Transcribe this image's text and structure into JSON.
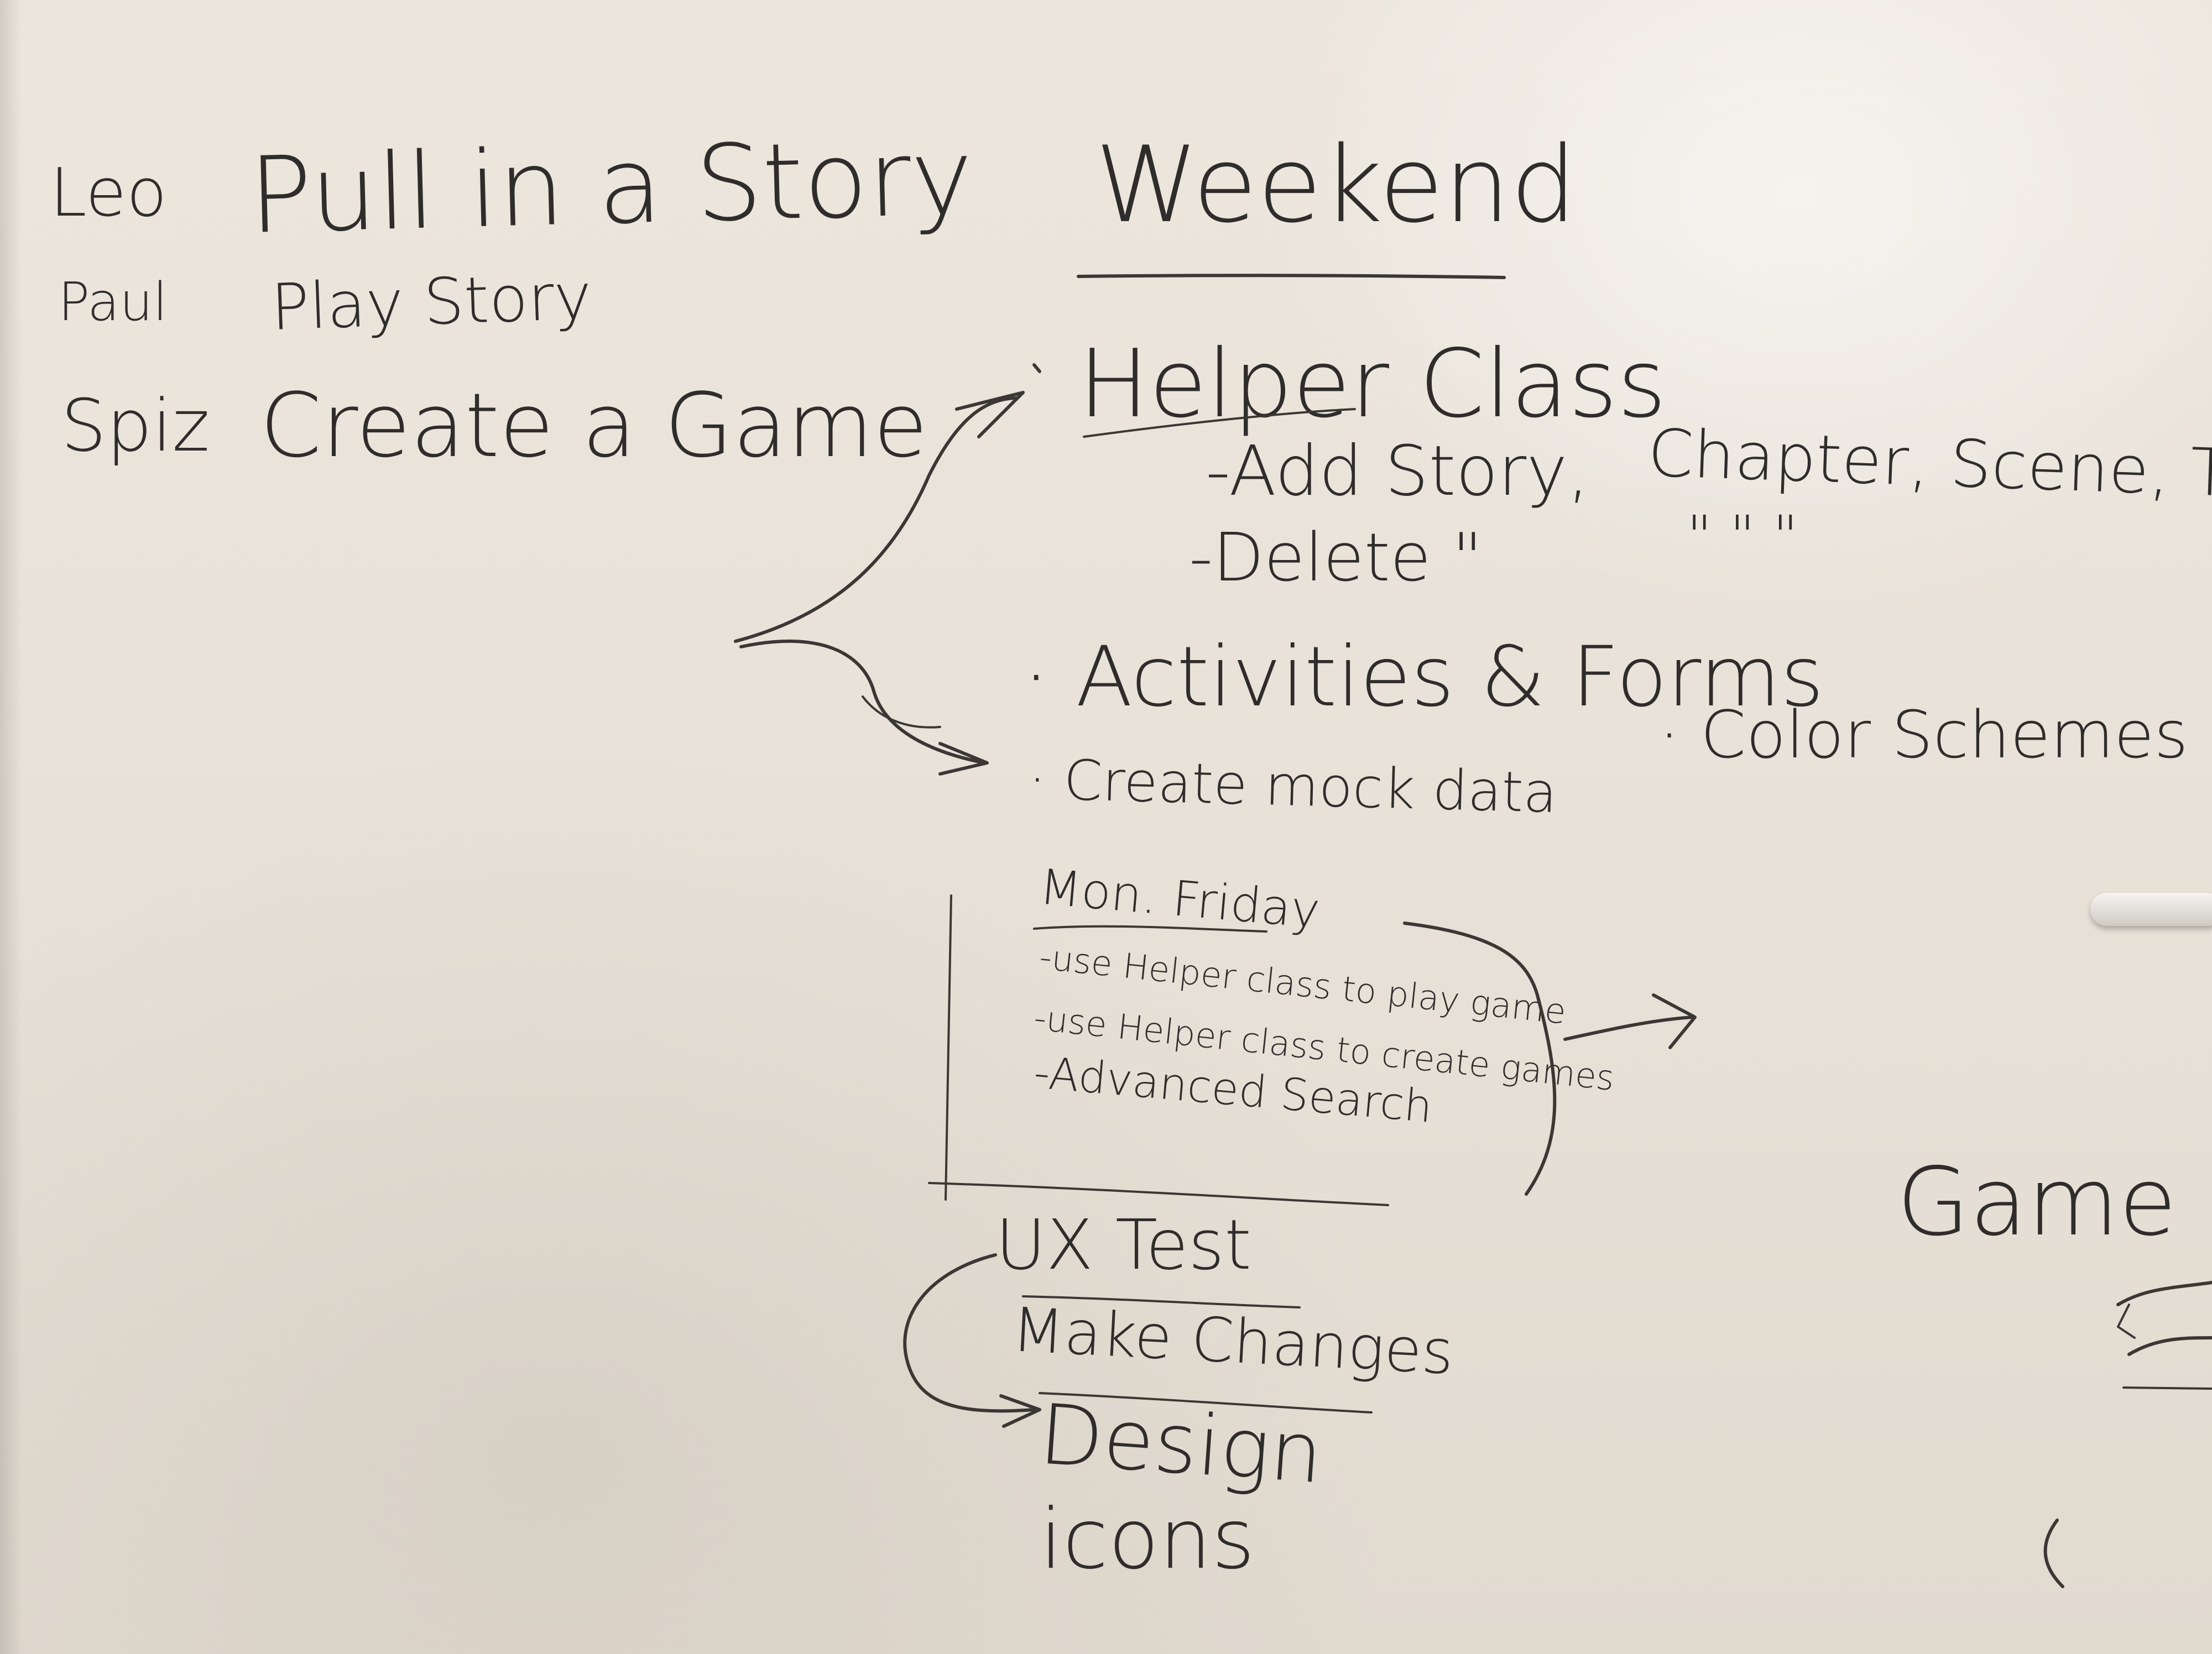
{
  "left_list": [
    {
      "name": "Leo",
      "task": "Pull in a Story"
    },
    {
      "name": "Paul",
      "task": "Play Story"
    },
    {
      "name": "Spiz",
      "task": "Create a Game"
    }
  ],
  "weekend": {
    "heading": "Weekend",
    "helper_class": "Helper Class",
    "add_story": "-Add Story,",
    "delete": "-Delete \"",
    "chapter_line": "Chapter, Scene, Tranny",
    "ditto_line": "\"    \"    \"",
    "activities": "· Activities & Forms",
    "mock_data": "· Create mock data",
    "color_schemes": "· Color Schemes"
  },
  "weekdays": {
    "heading": "Mon. Friday",
    "items": [
      "-use Helper class to play game",
      "-use Helper class to create games",
      "-Advanced Search"
    ]
  },
  "process": [
    "UX Test",
    "Make Changes",
    "Design",
    "icons"
  ],
  "right_edge": {
    "label": "Game"
  }
}
